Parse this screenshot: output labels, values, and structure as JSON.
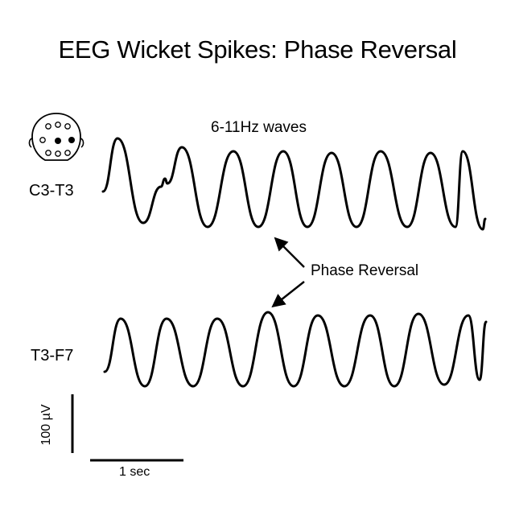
{
  "diagram": {
    "title": "EEG Wicket Spikes: Phase Reversal",
    "frequency_label": "6-11Hz waves",
    "annotation": "Phase Reversal",
    "channels": [
      {
        "label": "C3-T3"
      },
      {
        "label": "T3-F7"
      }
    ],
    "scale_bar": {
      "amplitude_label": "100 µV",
      "time_label": "1 sec"
    },
    "head_icon": {
      "highlighted_electrodes": 2,
      "total_electrodes": 9
    },
    "colors": {
      "stroke": "#000000",
      "background": "#ffffff"
    }
  }
}
